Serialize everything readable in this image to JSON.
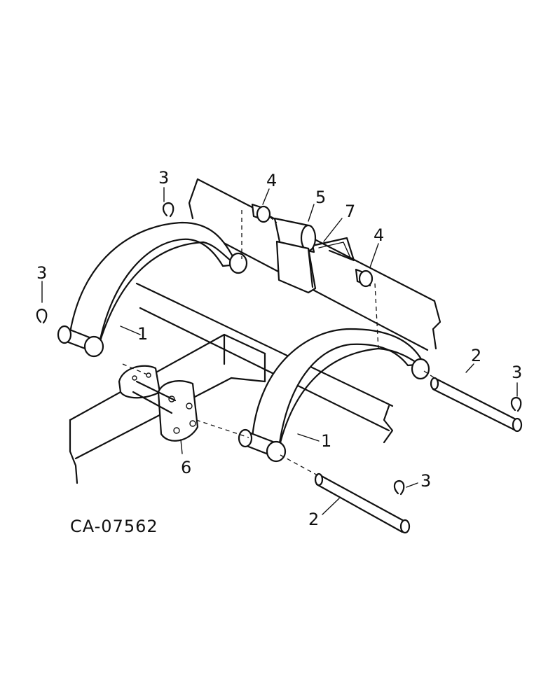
{
  "diagram": {
    "drawing_code": "CA-07562",
    "callouts": {
      "bow_left": "1",
      "bow_right": "1",
      "pin_lower": "2",
      "pin_right": "2",
      "clip_top_left": "3",
      "clip_far_left": "3",
      "clip_right": "3",
      "clip_lower": "3",
      "bushing_left": "4",
      "bushing_right": "4",
      "spring_block": "5",
      "mount_plate": "6",
      "cotter_spring": "7"
    }
  }
}
